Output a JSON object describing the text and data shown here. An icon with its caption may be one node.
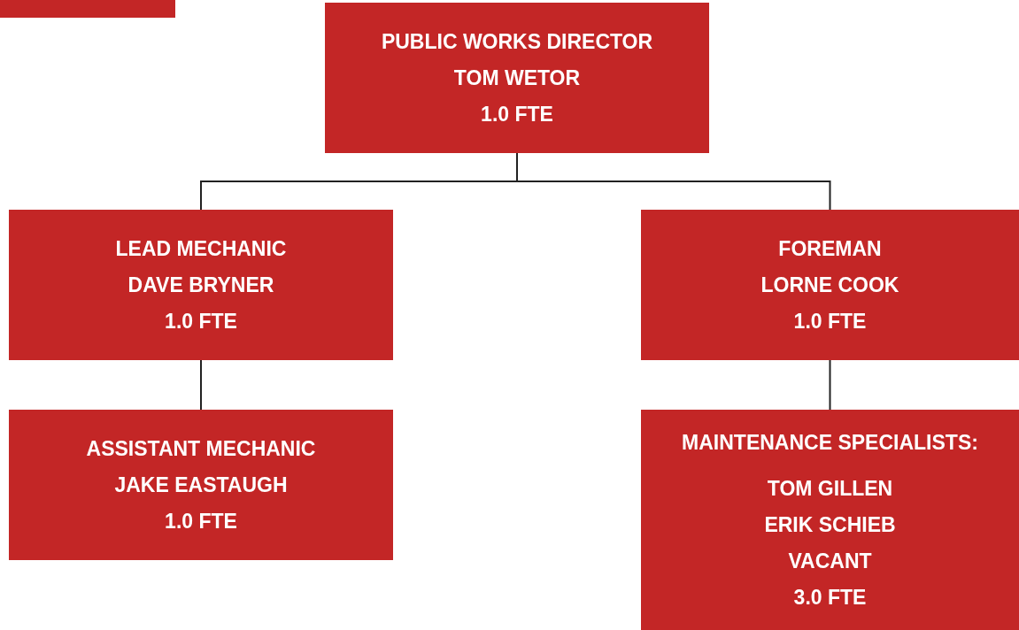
{
  "diagram": {
    "nodes": [
      {
        "text": [],
        "shape": "bar"
      },
      {
        "text": [
          "PUBLIC WORKS DIRECTOR",
          "TOM WETOR",
          "1.0 FTE"
        ]
      },
      {
        "text": [
          "LEAD MECHANIC",
          "DAVE BRYNER",
          "1.0 FTE"
        ]
      },
      {
        "text": [
          "FOREMAN",
          "LORNE COOK",
          "1.0 FTE"
        ]
      },
      {
        "text": [
          "ASSISTANT MECHANIC",
          "JAKE EASTAUGH",
          "1.0 FTE"
        ]
      },
      {
        "text": [
          "MAINTENANCE SPECIALISTS:",
          "TOM GILLEN",
          "ERIK SCHIEB",
          "VACANT",
          "3.0 FTE"
        ]
      }
    ],
    "edges": [
      {
        "from": 1,
        "to": 2,
        "arrow": "none"
      },
      {
        "from": 1,
        "to": 3,
        "arrow": "none"
      },
      {
        "from": 2,
        "to": 4,
        "arrow": "none"
      },
      {
        "from": 3,
        "to": 5,
        "arrow": "none"
      }
    ]
  }
}
